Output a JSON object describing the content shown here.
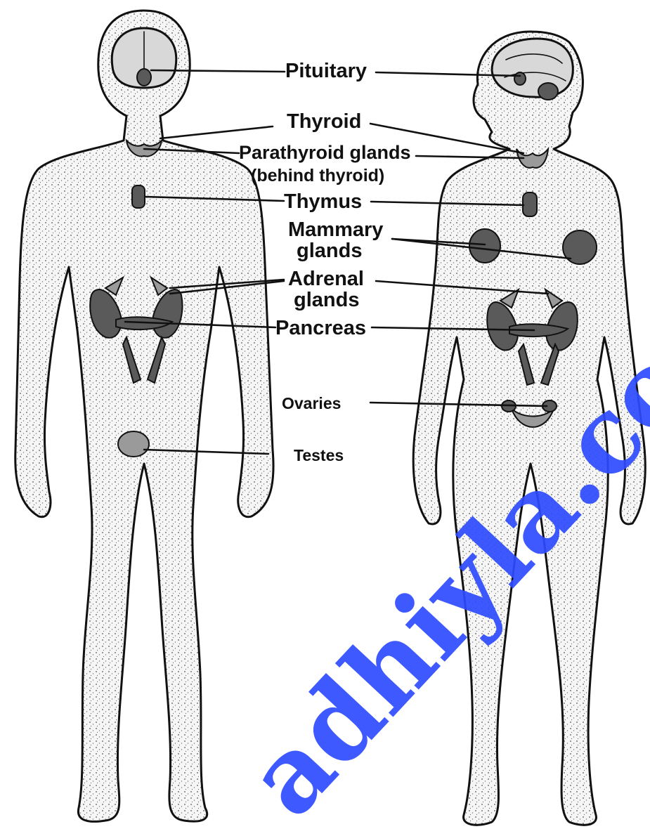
{
  "labels": {
    "pituitary": "Pituitary",
    "thyroid": "Thyroid",
    "parathyroid": "Parathyroid glands",
    "parathyroid_note": "(behind thyroid)",
    "thymus": "Thymus",
    "mammary_line1": "Mammary",
    "mammary_line2": "glands",
    "adrenal_line1": "Adrenal",
    "adrenal_line2": "glands",
    "pancreas": "Pancreas",
    "ovaries": "Ovaries",
    "testes": "Testes"
  },
  "watermark": {
    "text": "adhiyla.com",
    "color": "#2e4cff"
  },
  "colors": {
    "ink": "#111111",
    "body_fill": "#f4f4f4",
    "organ_fill": "#5a5a5a"
  }
}
